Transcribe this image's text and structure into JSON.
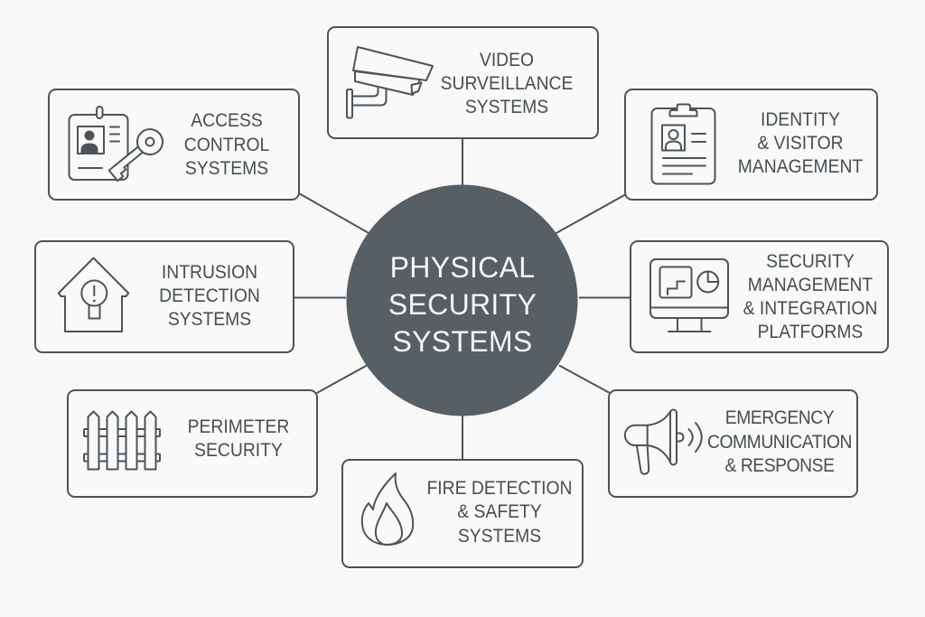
{
  "hub": {
    "title_lines": [
      "PHYSICAL",
      "SECURITY",
      "SYSTEMS"
    ]
  },
  "nodes": [
    {
      "icon": "cctv-camera",
      "label_lines": [
        "VIDEO",
        "SURVEILLANCE",
        "SYSTEMS"
      ]
    },
    {
      "icon": "clipboard-with-id-card",
      "label_lines": [
        "IDENTITY",
        "& VISITOR",
        "MANAGEMENT"
      ]
    },
    {
      "icon": "monitor-dashboard",
      "label_lines": [
        "SECURITY",
        "MANAGEMENT",
        "& INTEGRATION",
        "PLATFORMS"
      ]
    },
    {
      "icon": "megaphone",
      "label_lines": [
        "EMERGENCY",
        "COMMUNICATION",
        "& RESPONSE"
      ]
    },
    {
      "icon": "flame",
      "label_lines": [
        "FIRE DETECTION",
        "& SAFETY",
        "SYSTEMS"
      ]
    },
    {
      "icon": "picket-fence",
      "label_lines": [
        "PERIMETER",
        "SECURITY"
      ]
    },
    {
      "icon": "house-with-alarm",
      "label_lines": [
        "INTRUSION",
        "DETECTION",
        "SYSTEMS"
      ]
    },
    {
      "icon": "id-badge-with-key",
      "label_lines": [
        "ACCESS",
        "CONTROL",
        "SYSTEMS"
      ]
    }
  ],
  "colors": {
    "background": "#f8f8f8",
    "node_fill": "#f9f9f9",
    "stroke": "#4c5459",
    "label_text": "#464e53",
    "hub_fill": "#575f64",
    "hub_text": "#f4f5f5"
  }
}
